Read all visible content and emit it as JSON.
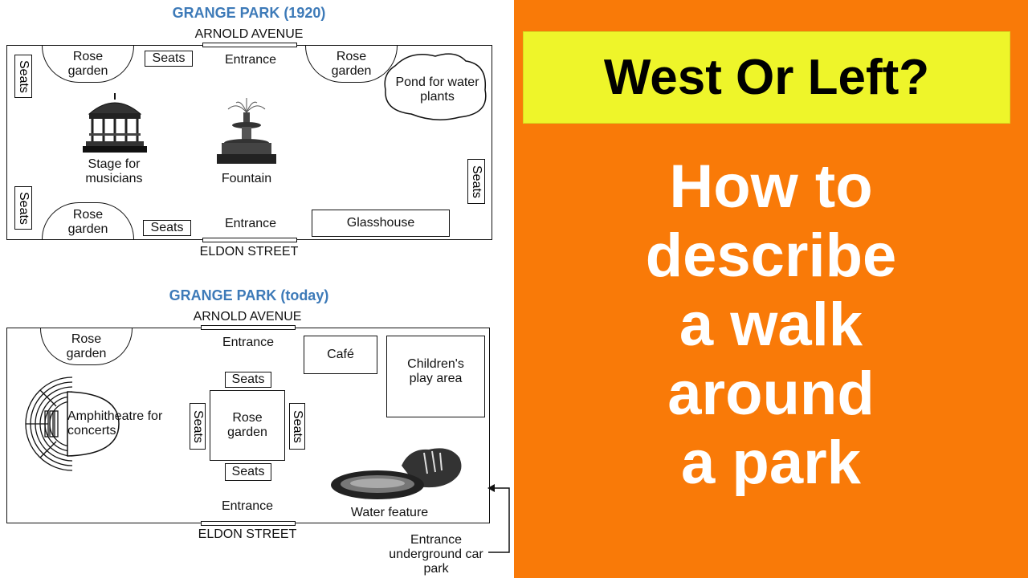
{
  "map1": {
    "title": "GRANGE PARK (1920)",
    "north_street": "ARNOLD AVENUE",
    "south_street": "ELDON STREET",
    "entrance_top": "Entrance",
    "entrance_bottom": "Entrance",
    "rose_garden_nw": "Rose garden",
    "rose_garden_ne": "Rose garden",
    "rose_garden_sw": "Rose garden",
    "seats_top": "Seats",
    "seats_bottom": "Seats",
    "seats_left_top": "Seats",
    "seats_left_bottom": "Seats",
    "seats_right": "Seats",
    "pond": "Pond for water plants",
    "stage": "Stage for musicians",
    "fountain": "Fountain",
    "glasshouse": "Glasshouse"
  },
  "map2": {
    "title": "GRANGE PARK (today)",
    "north_street": "ARNOLD AVENUE",
    "south_street": "ELDON STREET",
    "entrance_top": "Entrance",
    "entrance_bottom": "Entrance",
    "rose_garden_nw": "Rose garden",
    "cafe": "Café",
    "play_area": "Children's play area",
    "amphitheatre": "Amphitheatre for concerts",
    "rose_garden_center": "Rose garden",
    "seats_top": "Seats",
    "seats_bottom": "Seats",
    "seats_left": "Seats",
    "seats_right": "Seats",
    "water_feature": "Water feature",
    "car_park_entrance": "Entrance underground car park"
  },
  "banner": {
    "question": "West Or Left?",
    "line1": "How to",
    "line2": "describe",
    "line3": "a walk",
    "line4": "around",
    "line5": "a park"
  },
  "colors": {
    "right_panel": "#f97a08",
    "banner_bg": "#eef52a",
    "map_title": "#3d7ab8"
  },
  "icons": {
    "stage": "gazebo-icon",
    "fountain": "fountain-icon",
    "water_feature": "pond-waterfall-icon",
    "amphitheatre": "seating-arcs-icon",
    "car_park_arrow": "arrow-icon"
  }
}
